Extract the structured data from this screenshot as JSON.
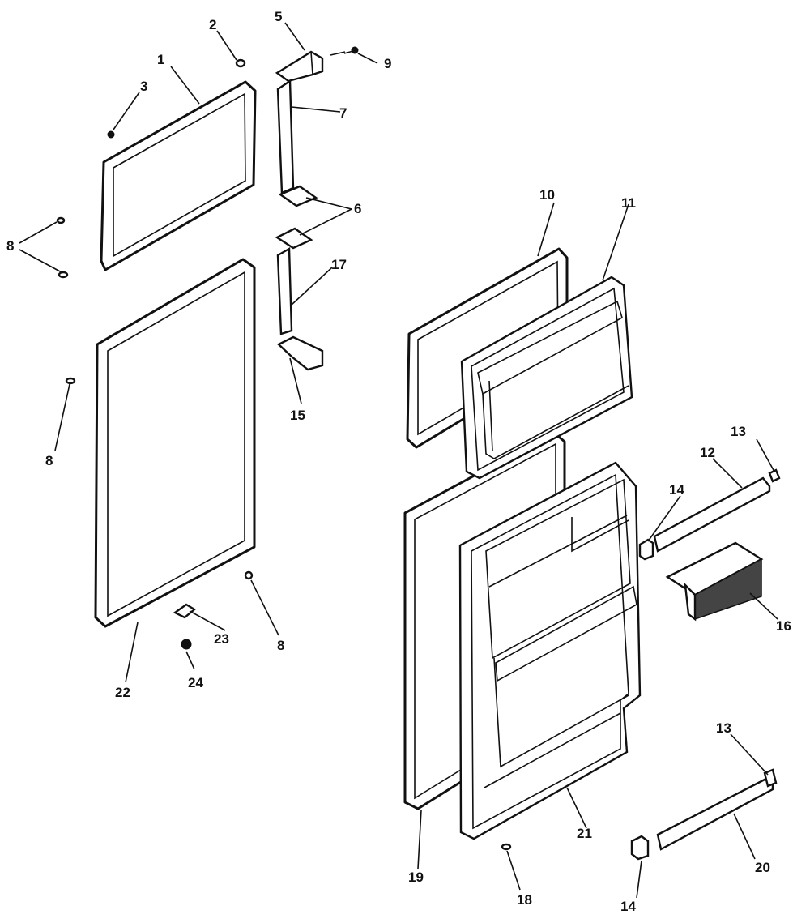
{
  "labels": {
    "l1": "1",
    "l2": "2",
    "l3": "3",
    "l5": "5",
    "l9": "9",
    "l7": "7",
    "l6": "6",
    "l8a": "8",
    "l8b": "8",
    "l8c": "8",
    "l17": "17",
    "l15": "15",
    "l10": "10",
    "l11": "11",
    "l13a": "13",
    "l12": "12",
    "l14a": "14",
    "l16": "16",
    "l22": "22",
    "l23": "23",
    "l24": "24",
    "l13b": "13",
    "l21": "21",
    "l19": "19",
    "l18": "18",
    "l14b": "14",
    "l20": "20"
  }
}
